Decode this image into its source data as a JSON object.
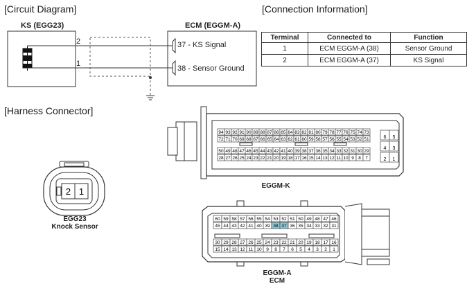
{
  "circuit": {
    "title": "[Circuit Diagram]",
    "ks_label": "KS (EGG23)",
    "ecm_label": "ECM (EGGM-A)",
    "pin_left_top": "2",
    "pin_left_bottom": "1",
    "sig_top": "37 - KS Signal",
    "sig_bottom": "38 - Sensor Ground"
  },
  "connection": {
    "title": "[Connection Information]",
    "headers": [
      "Terminal",
      "Connected to",
      "Function"
    ],
    "rows": [
      [
        "1",
        "ECM EGGM-A (38)",
        "Sensor Ground"
      ],
      [
        "2",
        "ECM EGGM-A (37)",
        "KS Signal"
      ]
    ]
  },
  "harness": {
    "title": "[Harness Connector]",
    "egg23_pins": [
      "2",
      "1"
    ],
    "egg23_caption_1": "EGG23",
    "egg23_caption_2": "Knock Sensor",
    "eggmk_caption": "EGGM-K",
    "eggma_caption_1": "EGGM-A",
    "eggma_caption_2": "ECM",
    "eggmk_rows": [
      [
        "94",
        "93",
        "92",
        "91",
        "90",
        "89",
        "88",
        "87",
        "86",
        "85",
        "84",
        "83",
        "82",
        "81",
        "80",
        "79",
        "78",
        "77",
        "76",
        "75",
        "74",
        "73"
      ],
      [
        "72",
        "71",
        "70",
        "69",
        "68",
        "67",
        "66",
        "65",
        "64",
        "63",
        "62",
        "61",
        "60",
        "59",
        "58",
        "57",
        "56",
        "55",
        "54",
        "53",
        "52",
        "51"
      ],
      [
        "50",
        "49",
        "48",
        "47",
        "46",
        "45",
        "44",
        "43",
        "42",
        "41",
        "40",
        "39",
        "38",
        "37",
        "36",
        "35",
        "34",
        "33",
        "32",
        "31",
        "30",
        "29"
      ],
      [
        "28",
        "27",
        "26",
        "25",
        "24",
        "23",
        "22",
        "21",
        "20",
        "19",
        "18",
        "17",
        "16",
        "15",
        "14",
        "13",
        "12",
        "11",
        "10",
        "9",
        "8",
        "7"
      ]
    ],
    "eggmk_side": [
      [
        "6",
        "5"
      ],
      [
        "4",
        "3"
      ],
      [
        "2",
        "1"
      ]
    ],
    "eggma_rows": [
      [
        "60",
        "59",
        "58",
        "57",
        "56",
        "55",
        "54",
        "53",
        "52",
        "51",
        "50",
        "49",
        "48",
        "47",
        "46"
      ],
      [
        "45",
        "44",
        "43",
        "42",
        "41",
        "40",
        "39",
        "38",
        "37",
        "36",
        "35",
        "34",
        "33",
        "32",
        "31"
      ],
      [
        "30",
        "29",
        "28",
        "27",
        "26",
        "25",
        "24",
        "23",
        "22",
        "21",
        "20",
        "19",
        "18",
        "17",
        "16"
      ],
      [
        "15",
        "14",
        "13",
        "12",
        "11",
        "10",
        "9",
        "8",
        "7",
        "6",
        "5",
        "4",
        "3",
        "2",
        "1"
      ]
    ],
    "eggma_highlight": [
      "38",
      "37"
    ],
    "highlight_color": "#8ec5d6"
  }
}
